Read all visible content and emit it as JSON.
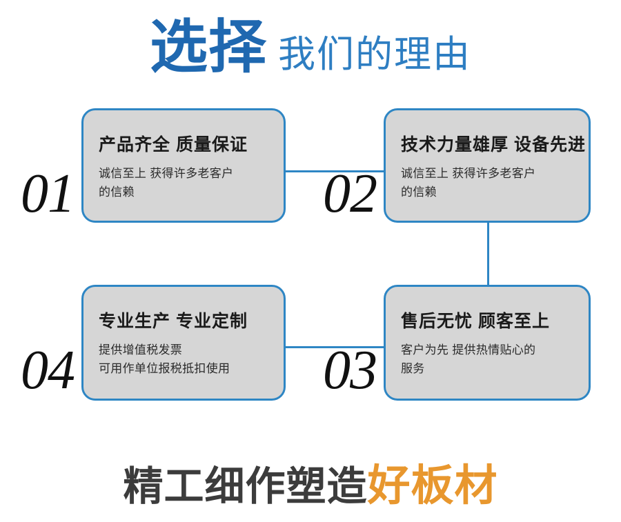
{
  "heading": {
    "emphasis": "选择",
    "rest": "我们的理由"
  },
  "colors": {
    "heading_blue": "#1F68B0",
    "heading_blue_light": "#2E7EC2",
    "card_border": "#2E86C4",
    "card_fill": "#D6D6D6",
    "connector": "#2E86C4",
    "number_black": "#111111",
    "footer_dark": "#3C3C3C",
    "footer_accent": "#E8972E",
    "background": "#FFFFFF"
  },
  "cards": [
    {
      "number": "01",
      "title": "产品齐全 质量保证",
      "body_lines": [
        "诚信至上 获得许多老客户",
        "的信赖"
      ]
    },
    {
      "number": "02",
      "title": "技术力量雄厚 设备先进",
      "body_lines": [
        "诚信至上 获得许多老客户",
        "的信赖"
      ]
    },
    {
      "number": "03",
      "title": "售后无忧 顾客至上",
      "body_lines": [
        "客户为先 提供热情贴心的",
        "服务"
      ]
    },
    {
      "number": "04",
      "title": "专业生产 专业定制",
      "body_lines": [
        "提供增值税发票",
        "可用作单位报税抵扣使用"
      ]
    }
  ],
  "footer": {
    "dark": "精工细作塑造",
    "accent": "好板材"
  }
}
